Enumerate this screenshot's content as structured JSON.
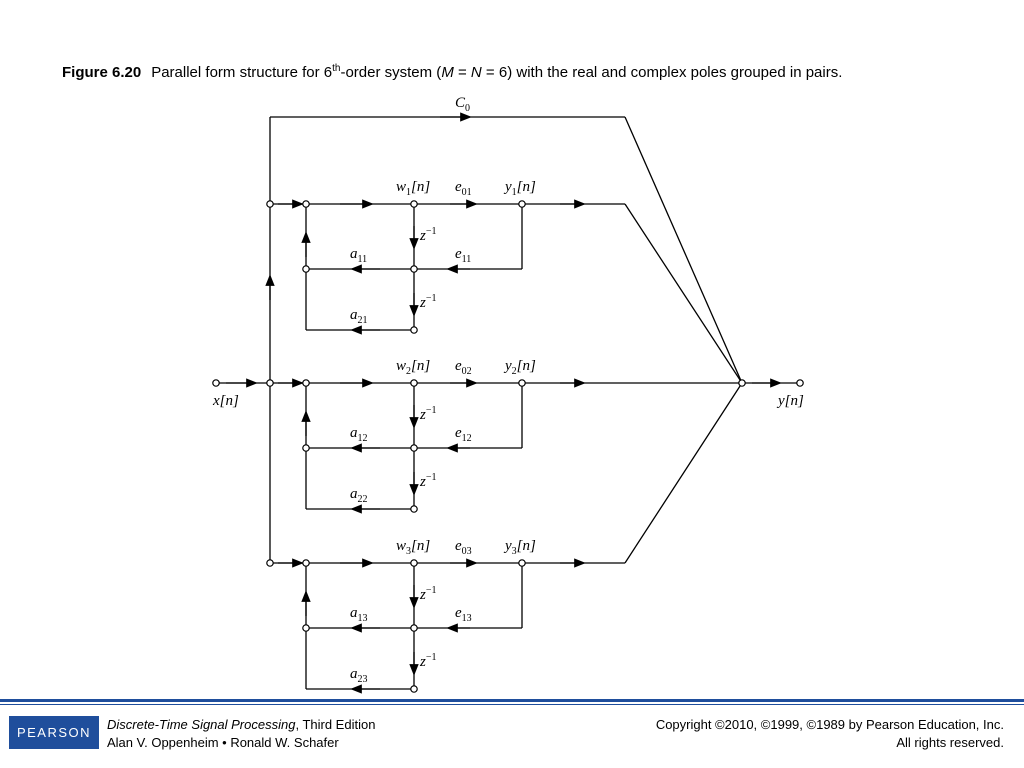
{
  "caption": {
    "figure_label": "Figure 6.20",
    "text_before_sup": "Parallel form structure for 6",
    "sup": "th",
    "text_after_sup": "-order system (",
    "M": "M",
    "eq1": " = ",
    "N": "N",
    "eq2": " = 6) with the real and complex poles grouped in pairs."
  },
  "diagram": {
    "input_label": "x[n]",
    "output_label": "y[n]",
    "c0_label": "C0",
    "sections": [
      {
        "w": "w1[n]",
        "e0": "e01",
        "y": "y1[n]",
        "a1": "a11",
        "e1": "e11",
        "a2": "a21"
      },
      {
        "w": "w2[n]",
        "e0": "e02",
        "y": "y2[n]",
        "a1": "a12",
        "e1": "e12",
        "a2": "a22"
      },
      {
        "w": "w3[n]",
        "e0": "e03",
        "y": "y3[n]",
        "a1": "a13",
        "e1": "e13",
        "a2": "a23"
      }
    ],
    "delay_label": "z−1"
  },
  "footer": {
    "logo_text": "PEARSON",
    "book_title": "Discrete-Time Signal Processing",
    "edition": ", Third Edition",
    "authors": "Alan V. Oppenheim • Ronald W. Schafer",
    "copyright": "Copyright ©2010, ©1999, ©1989 by Pearson Education, Inc.",
    "rights": "All rights reserved."
  }
}
